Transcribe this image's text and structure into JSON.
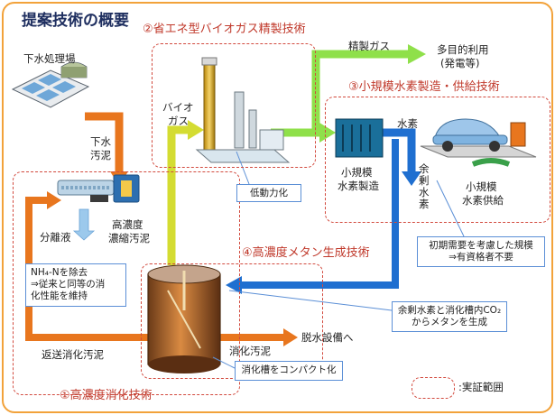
{
  "title": "提案技術の概要",
  "sections": {
    "s1": "①高濃度消化技術",
    "s2": "②省エネ型バイオガス精製技術",
    "s3": "③小規模水素製造・供給技術",
    "s4": "④高濃度メタン生成技術"
  },
  "labels": {
    "sewage_plant": "下水処理場",
    "sewage_sludge": [
      "下水",
      "汚泥"
    ],
    "separated_liquid": "分離液",
    "thick_sludge": [
      "高濃度",
      "濃縮汚泥"
    ],
    "biogas": [
      "バイオ",
      "ガス"
    ],
    "refined_gas": "精製ガス",
    "multipurpose": [
      "多目的利用",
      "(発電等)"
    ],
    "small_h2_production": [
      "小規模",
      "水素製造"
    ],
    "hydrogen": "水素",
    "surplus_h2": [
      "余",
      "剰",
      "水",
      "素"
    ],
    "small_h2_supply": [
      "小規模",
      "水素供給"
    ],
    "return_sludge": "返送消化汚泥",
    "digested_sludge": "消化汚泥",
    "dewatering": "脱水設備へ",
    "legend": ":実証範囲"
  },
  "callouts": {
    "nh4": [
      "NH₄-Nを除去",
      "⇒従来と同等の消",
      "化性能を維持"
    ],
    "low_power": "低動力化",
    "demand": [
      "初期需要を考慮した規模",
      "⇒有資格者不要"
    ],
    "methane": [
      "余剰水素と消化槽内CO₂",
      "からメタンを生成"
    ],
    "compact": "消化槽をコンパクト化"
  },
  "colors": {
    "orange_flow": "#e8761e",
    "yellow_flow": "#d4dc32",
    "green_flow": "#8fe04a",
    "blue_flow": "#1f6fd0",
    "frame": "#f2a23a",
    "dashed_zone": "#d24a3e",
    "section_text": "#c0392b"
  }
}
